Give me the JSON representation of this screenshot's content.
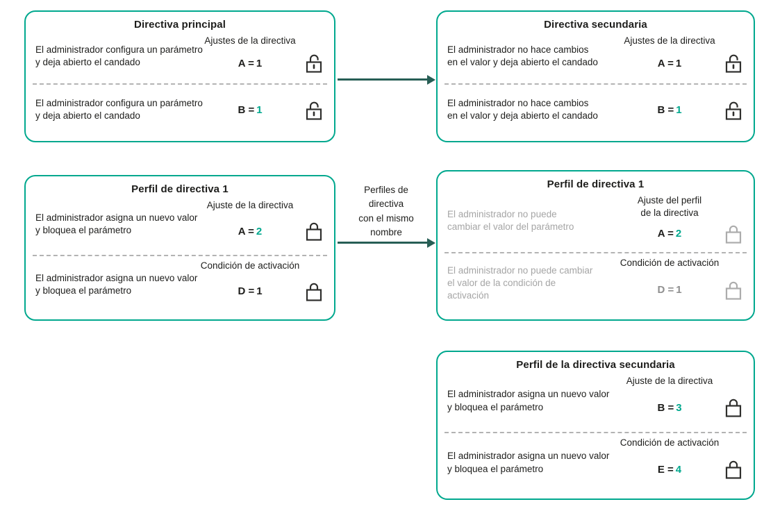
{
  "colors": {
    "accent_teal": "#00A88E",
    "arrow_dark_teal": "#275E55",
    "text_black": "#1D1D1B",
    "muted_gray": "#A5A5A5"
  },
  "boxes": {
    "main_policy": {
      "title": "Directiva principal",
      "sections": [
        {
          "label": "Ajustes de la directiva",
          "description": "El administrador configura un parámetro\ny deja abierto el candado",
          "param": "A =",
          "value": "1",
          "value_highlight": false,
          "lock": "open"
        },
        {
          "label": "",
          "description": "El administrador configura un parámetro\ny deja abierto el candado",
          "param": "B =",
          "value": "1",
          "value_highlight": true,
          "lock": "open"
        }
      ]
    },
    "secondary_policy": {
      "title": "Directiva secundaria",
      "sections": [
        {
          "label": "Ajustes de la directiva",
          "description": "El administrador no hace cambios\nen el valor y deja abierto el candado",
          "param": "A =",
          "value": "1",
          "value_highlight": false,
          "lock": "open"
        },
        {
          "label": "",
          "description": "El administrador no hace cambios\nen el valor y deja abierto el candado",
          "param": "B =",
          "value": "1",
          "value_highlight": true,
          "lock": "open"
        }
      ]
    },
    "policy_profile_1": {
      "title": "Perfil de directiva 1",
      "sections": [
        {
          "label": "Ajuste de la directiva",
          "description": "El administrador asigna un nuevo valor\ny bloquea el parámetro",
          "param": "A =",
          "value": "2",
          "value_highlight": true,
          "lock": "closed"
        },
        {
          "label": "Condición de activación",
          "description": "El administrador asigna un nuevo valor\ny bloquea el parámetro",
          "param": "D =",
          "value": "1",
          "value_highlight": false,
          "lock": "closed"
        }
      ]
    },
    "policy_profile_1_secondary": {
      "title": "Perfil de directiva 1",
      "sections": [
        {
          "label": "Ajuste del perfil\nde la directiva",
          "description": "El administrador no puede\ncambiar el valor del parámetro",
          "param": "A =",
          "value": "2",
          "value_highlight": true,
          "muted": true,
          "lock": "closed-gray"
        },
        {
          "label": "Condición de activación",
          "description": "El administrador no puede cambiar\nel valor de la condición de\nactivación",
          "param": "D =",
          "value": "1",
          "value_highlight": false,
          "muted": true,
          "lock": "closed-gray"
        }
      ]
    },
    "secondary_policy_profile": {
      "title": "Perfil de la directiva secundaria",
      "sections": [
        {
          "label": "Ajuste de la directiva",
          "description": "El administrador asigna un nuevo valor\ny bloquea el parámetro",
          "param": "B =",
          "value": "3",
          "value_highlight": true,
          "lock": "closed"
        },
        {
          "label": "Condición de activación",
          "description": "El administrador asigna un nuevo valor\ny bloquea el parámetro",
          "param": "E =",
          "value": "4",
          "value_highlight": true,
          "lock": "closed"
        }
      ]
    }
  },
  "connectors": {
    "middle_arrow_label": "Perfiles de\ndirectiva\ncon el mismo\nnombre"
  }
}
